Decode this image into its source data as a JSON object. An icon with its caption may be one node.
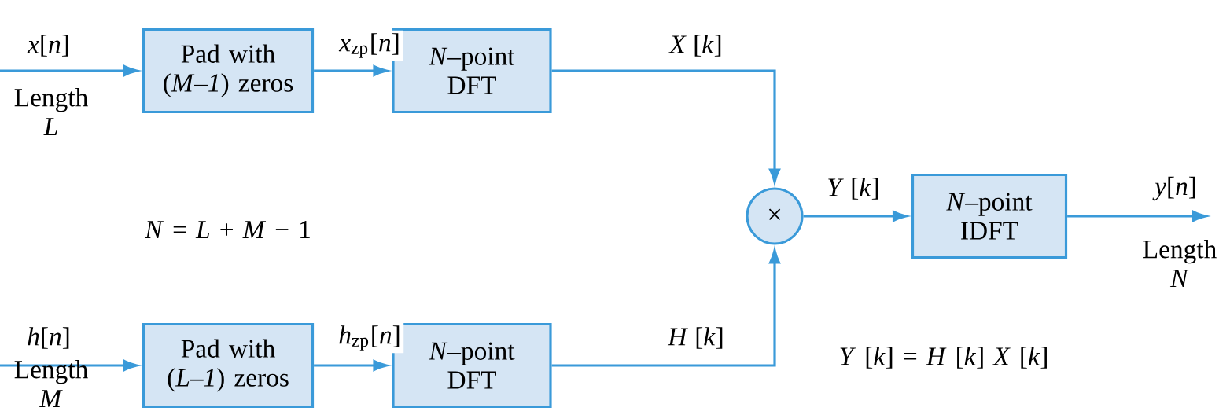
{
  "diagram": {
    "nodes": [
      {
        "text": [
          "Pad with (*M*–*1*) zeros"
        ]
      },
      {
        "text": [
          "*N*–point DFT"
        ]
      },
      {
        "text": [
          "×"
        ]
      },
      {
        "text": [
          "*N*–point IDFT"
        ]
      },
      {
        "text": [
          "Pad with (*L*–*1*) zeros"
        ]
      },
      {
        "text": [
          "*N*–point DFT"
        ]
      }
    ],
    "edges": [
      {
        "from": null,
        "to": 0,
        "arrow": "to",
        "label": "*x*[*n*]"
      },
      {
        "from": 0,
        "to": 1,
        "arrow": "to",
        "label": "*x*$_{zp}$[*n*]"
      },
      {
        "from": 1,
        "to": 2,
        "arrow": "to",
        "label": "*X* [*k*]"
      },
      {
        "from": null,
        "to": 4,
        "arrow": "to",
        "label": "*h*[*n*]"
      },
      {
        "from": 4,
        "to": 5,
        "arrow": "to",
        "label": "*h*$_{zp}$[*n*]"
      },
      {
        "from": 5,
        "to": 2,
        "arrow": "to",
        "label": "*H* [*k*]"
      },
      {
        "from": 2,
        "to": 3,
        "arrow": "to",
        "label": "*Y* [*k*]"
      },
      {
        "from": 3,
        "to": null,
        "arrow": "to",
        "label": "*y*[*n*]"
      }
    ],
    "labels": [
      "Length *L*",
      "*N* = *L* + *M* − 1",
      "Length *N*",
      "*Y* [*k*] = *H* [*k*] *X* [*k*]",
      "Length *M*"
    ]
  }
}
